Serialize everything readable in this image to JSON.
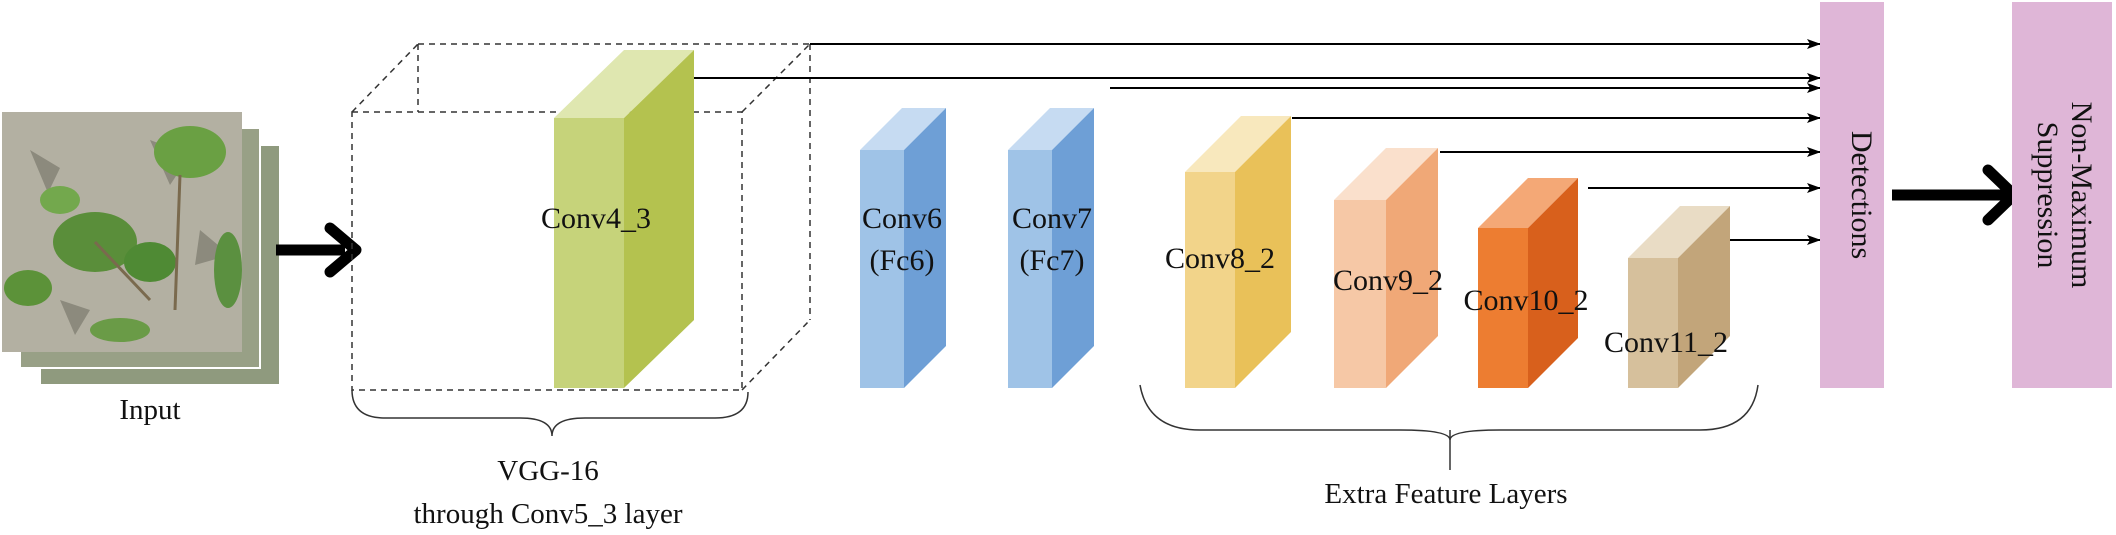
{
  "input": {
    "label": "Input"
  },
  "vgg": {
    "block_label": "Conv4_3",
    "caption_line1": "VGG-16",
    "caption_line2": "through Conv5_3 layer"
  },
  "blocks": [
    {
      "line1": "Conv6",
      "line2": "(Fc6)",
      "front": "#9fc3e7",
      "side": "#6e9fd6",
      "top": "#c6dbf2"
    },
    {
      "line1": "Conv7",
      "line2": "(Fc7)",
      "front": "#9fc3e7",
      "side": "#6e9fd6",
      "top": "#c6dbf2"
    },
    {
      "line1": "Conv8_2",
      "front": "#f2d48a",
      "side": "#e9c159",
      "top": "#f8e8bd"
    },
    {
      "line1": "Conv9_2",
      "front": "#f6c8a6",
      "side": "#f0a877",
      "top": "#fae0cc"
    },
    {
      "line1": "Conv10_2",
      "front": "#ed7d31",
      "side": "#d8601c",
      "top": "#f4a876"
    },
    {
      "line1": "Conv11_2",
      "front": "#d6c09c",
      "side": "#c2a57a",
      "top": "#e9dcc5"
    }
  ],
  "conv4_colors": {
    "front": "#c6d37a",
    "side": "#b4c24f",
    "top": "#dfe7b0"
  },
  "extra": {
    "caption": "Extra Feature Layers"
  },
  "detections": {
    "label": "Detections",
    "color": "#dfb6d7"
  },
  "nms": {
    "line1": "Non-Maximum",
    "line2": "Suppression",
    "color": "#dfb6d7"
  }
}
